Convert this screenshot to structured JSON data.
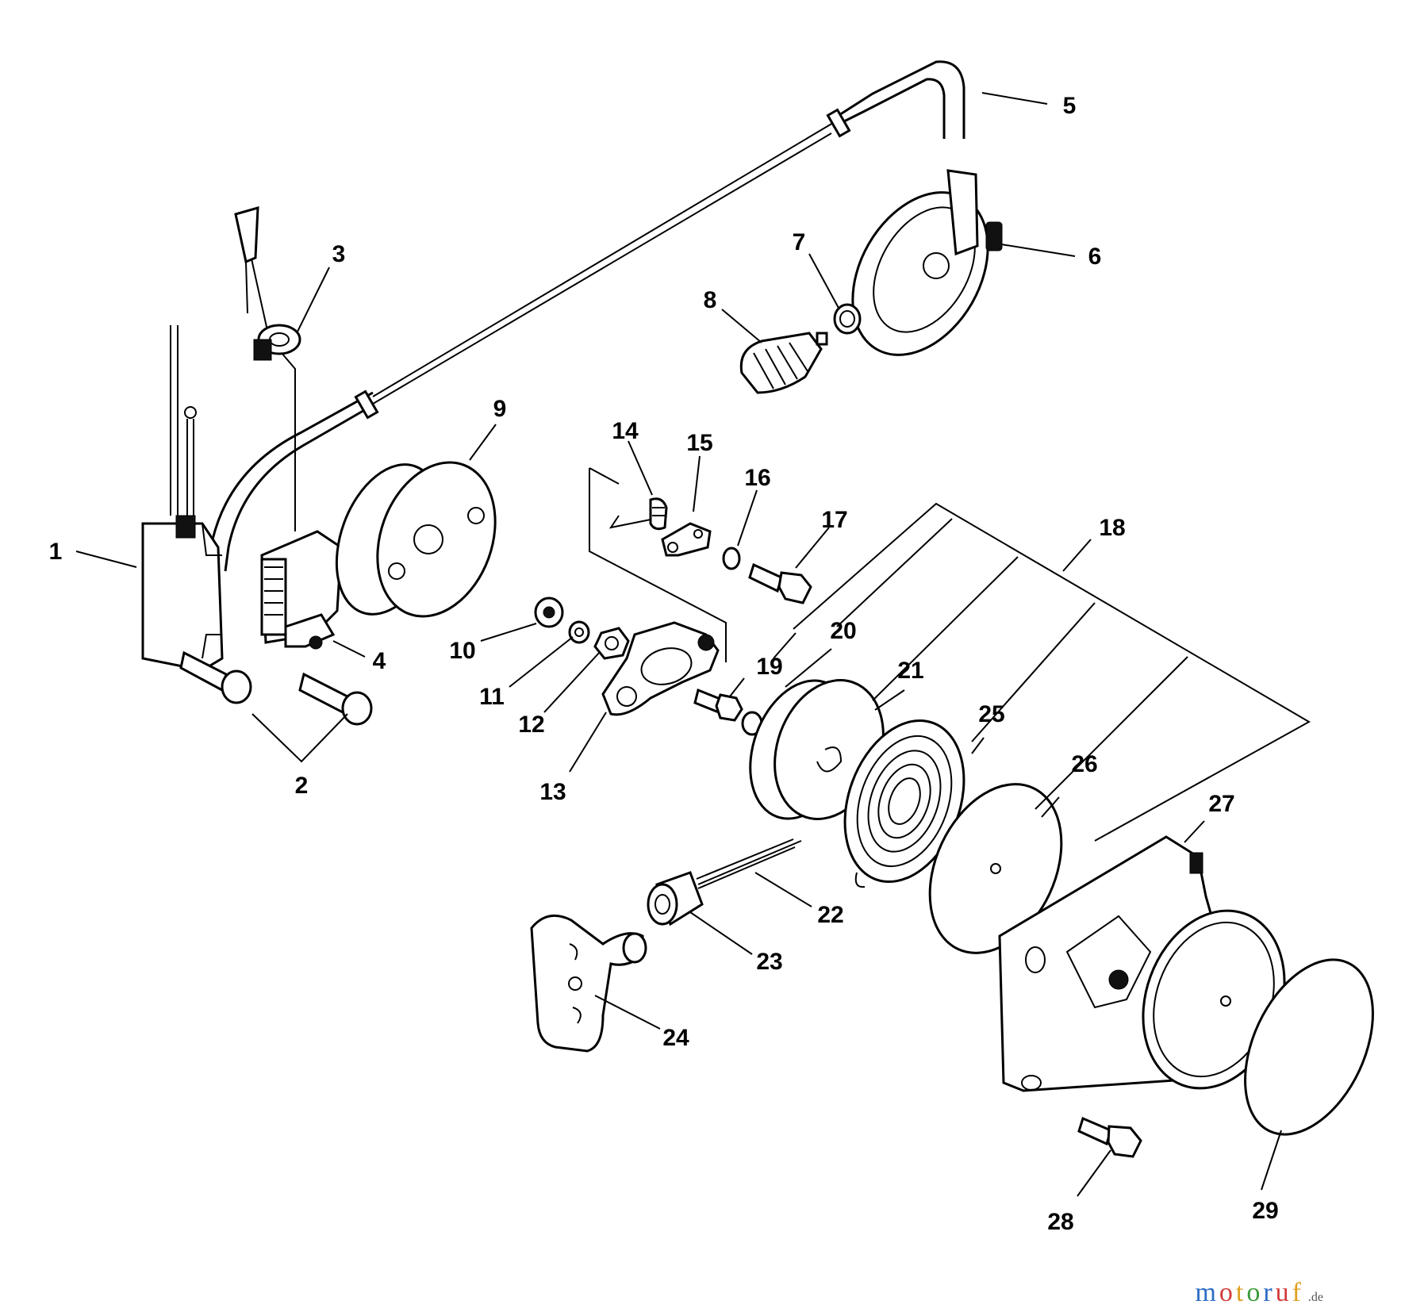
{
  "labels": [
    "1",
    "2",
    "3",
    "4",
    "5",
    "6",
    "7",
    "8",
    "9",
    "10",
    "11",
    "12",
    "13",
    "14",
    "15",
    "16",
    "17",
    "18",
    "19",
    "20",
    "21",
    "22",
    "23",
    "24",
    "25",
    "26",
    "27",
    "28",
    "29"
  ],
  "watermark": {
    "letters": [
      "m",
      "o",
      "t",
      "o",
      "r",
      "u",
      "f"
    ],
    "letter_colors": [
      "#2b6cc4",
      "#d23b3b",
      "#e0a020",
      "#3a9a3a",
      "#2b6cc4",
      "#d23b3b",
      "#e0a020"
    ],
    "suffix": ".de"
  }
}
